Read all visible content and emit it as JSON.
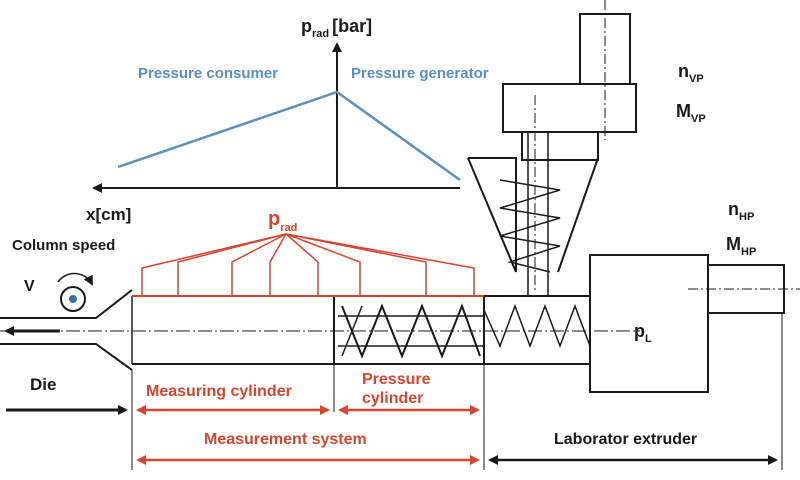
{
  "colors": {
    "red": "#d6452e",
    "blue": "#5b8fbe",
    "dark": "#1a1a1a"
  },
  "axis": {
    "y_label": "p",
    "y_sub": "rad",
    "y_unit": "[bar]",
    "x_label": "x[cm]"
  },
  "regions": {
    "consumer": "Pressure consumer",
    "generator": "Pressure generator"
  },
  "column_speed": "Column speed",
  "v_label": "V",
  "die_label": "Die",
  "prad": {
    "main": "p",
    "sub": "rad"
  },
  "pl": {
    "main": "p",
    "sub": "L"
  },
  "motor_vp": {
    "n": "n",
    "n_sub": "VP",
    "m": "M",
    "m_sub": "VP"
  },
  "motor_hp": {
    "n": "n",
    "n_sub": "HP",
    "m": "M",
    "m_sub": "HP"
  },
  "measuring_cylinder": "Measuring cylinder",
  "pressure_cylinder_line1": "Pressure",
  "pressure_cylinder_line2": "cylinder",
  "measurement_system": "Measurement system",
  "laborator_extruder": "Laborator extruder"
}
